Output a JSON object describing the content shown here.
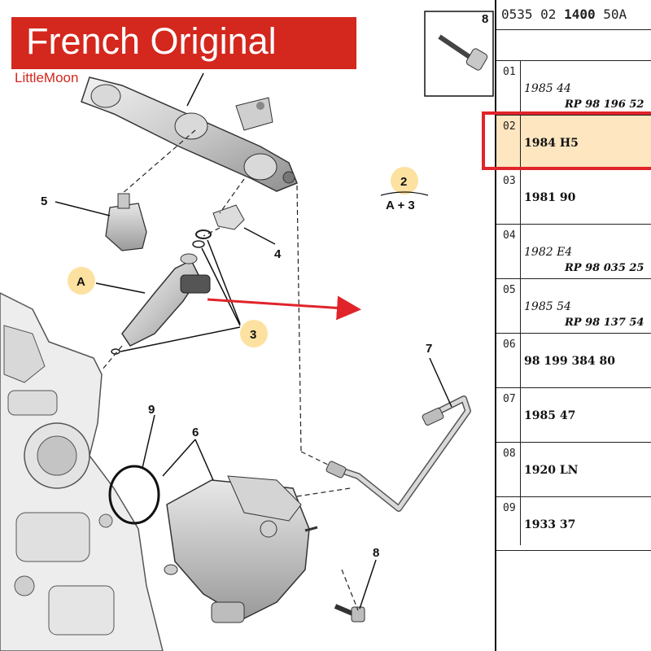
{
  "banner": {
    "title": "French Original",
    "watermark": "LittleMoon"
  },
  "colors": {
    "banner_red": "#d4271d",
    "highlight_red": "#e0242a",
    "callout_yellow": "#fde1a0",
    "row_highlight": "#fde6c0"
  },
  "diagram": {
    "callouts": {
      "A": "A",
      "two": "2",
      "two_sub": "A + 3",
      "three": "3"
    },
    "labels": {
      "n4": "4",
      "n5": "5",
      "n6": "6",
      "n7": "7",
      "n8": "8",
      "n9": "9",
      "n8_top": "8"
    }
  },
  "parts_table": {
    "header": {
      "code_a": "0535 02",
      "code_b": "1400",
      "code_c": "50A"
    },
    "rows": [
      {
        "num": "01",
        "line1": "1985 44",
        "line2": "RP 98 196 52"
      },
      {
        "num": "02",
        "line1": "1984 H5",
        "line2": ""
      },
      {
        "num": "03",
        "line1": "1981 90",
        "line2": ""
      },
      {
        "num": "04",
        "line1": "1982 E4",
        "line2": "RP 98 035 25"
      },
      {
        "num": "05",
        "line1": "1985 54",
        "line2": "RP 98 137 54"
      },
      {
        "num": "06",
        "line1": "98 199 384 80",
        "line2": ""
      },
      {
        "num": "07",
        "line1": "1985 47",
        "line2": ""
      },
      {
        "num": "08",
        "line1": "1920 LN",
        "line2": ""
      },
      {
        "num": "09",
        "line1": "1933 37",
        "line2": ""
      }
    ]
  }
}
